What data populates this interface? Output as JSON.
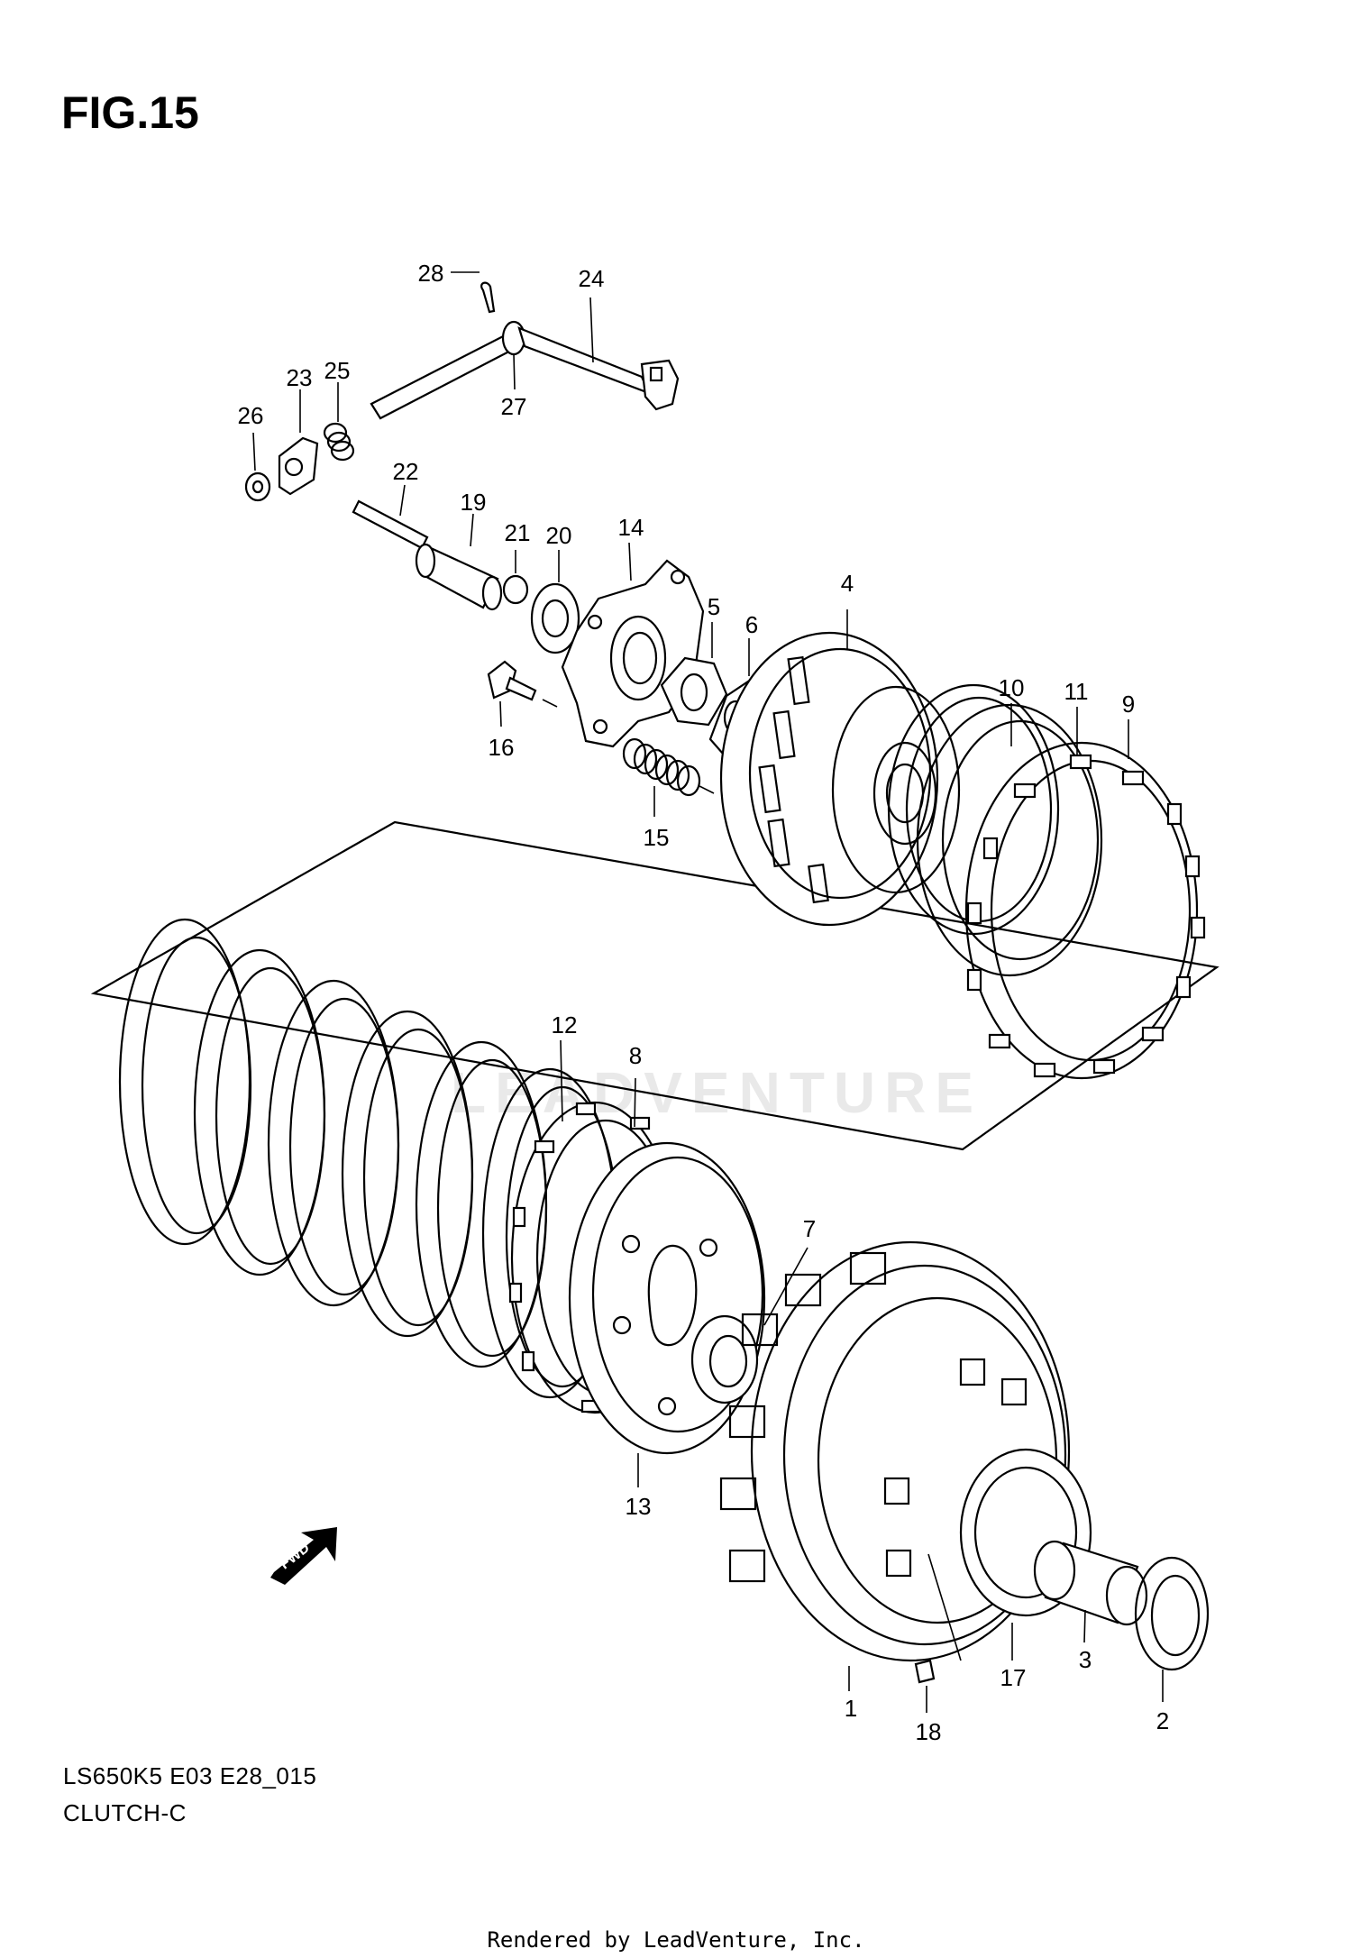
{
  "figure": {
    "title": "FIG.15",
    "model_code": "LS650K5 E03 E28_015",
    "section": "CLUTCH-C",
    "credit": "Rendered by LeadVenture, Inc.",
    "watermark": "LEADVENTURE",
    "direction_badge": "FWD"
  },
  "callouts": [
    {
      "id": "c1",
      "label": "1"
    },
    {
      "id": "c2",
      "label": "2"
    },
    {
      "id": "c3",
      "label": "3"
    },
    {
      "id": "c4",
      "label": "4"
    },
    {
      "id": "c5",
      "label": "5"
    },
    {
      "id": "c6",
      "label": "6"
    },
    {
      "id": "c7",
      "label": "7"
    },
    {
      "id": "c8",
      "label": "8"
    },
    {
      "id": "c9",
      "label": "9"
    },
    {
      "id": "c10",
      "label": "10"
    },
    {
      "id": "c11",
      "label": "11"
    },
    {
      "id": "c12",
      "label": "12"
    },
    {
      "id": "c13",
      "label": "13"
    },
    {
      "id": "c14",
      "label": "14"
    },
    {
      "id": "c15",
      "label": "15"
    },
    {
      "id": "c16",
      "label": "16"
    },
    {
      "id": "c17",
      "label": "17"
    },
    {
      "id": "c18",
      "label": "18"
    },
    {
      "id": "c19",
      "label": "19"
    },
    {
      "id": "c20",
      "label": "20"
    },
    {
      "id": "c21",
      "label": "21"
    },
    {
      "id": "c22",
      "label": "22"
    },
    {
      "id": "c23",
      "label": "23"
    },
    {
      "id": "c24",
      "label": "24"
    },
    {
      "id": "c25",
      "label": "25"
    },
    {
      "id": "c26",
      "label": "26"
    },
    {
      "id": "c27",
      "label": "27"
    },
    {
      "id": "c28",
      "label": "28"
    }
  ]
}
